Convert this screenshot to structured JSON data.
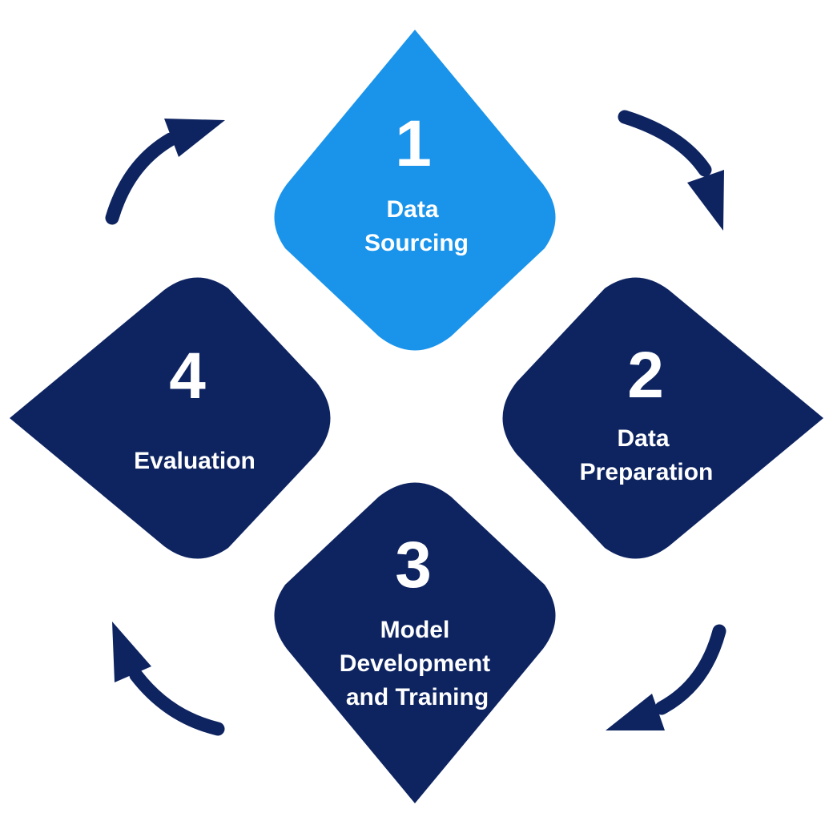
{
  "title": "Machine Learning Lifecycle",
  "colors": {
    "active": "#1a94eb",
    "default": "#0e2461",
    "text": "#ffffff",
    "arrow": "#0e2461"
  },
  "steps": [
    {
      "number": "1",
      "label_lines": [
        "Data",
        "Sourcing"
      ],
      "active": true
    },
    {
      "number": "2",
      "label_lines": [
        "Data",
        "Preparation"
      ],
      "active": false
    },
    {
      "number": "3",
      "label_lines": [
        "Model",
        "Development",
        "and Training"
      ],
      "active": false
    },
    {
      "number": "4",
      "label_lines": [
        "Evaluation"
      ],
      "active": false
    }
  ],
  "arrows": [
    {
      "from": "1",
      "to": "2",
      "icon": "curved-arrow-down-right-icon"
    },
    {
      "from": "2",
      "to": "3",
      "icon": "curved-arrow-down-left-icon"
    },
    {
      "from": "3",
      "to": "4",
      "icon": "curved-arrow-up-left-icon"
    },
    {
      "from": "4",
      "to": "1",
      "icon": "curved-arrow-up-right-icon"
    }
  ]
}
